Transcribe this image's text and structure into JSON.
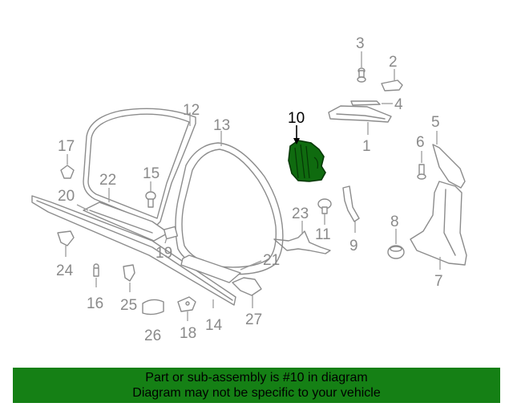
{
  "diagram": {
    "highlight_color": "#0f6b0f",
    "highlighted_part": "10",
    "callouts": [
      "1",
      "2",
      "3",
      "4",
      "5",
      "6",
      "7",
      "8",
      "9",
      "10",
      "11",
      "12",
      "13",
      "14",
      "15",
      "16",
      "17",
      "18",
      "19",
      "20",
      "21",
      "22",
      "23",
      "24",
      "25",
      "26",
      "27"
    ]
  },
  "banner": {
    "line1": "Part or sub-assembly is #10 in diagram",
    "line2": "Diagram may not be specific to your vehicle",
    "background": "#158015"
  }
}
